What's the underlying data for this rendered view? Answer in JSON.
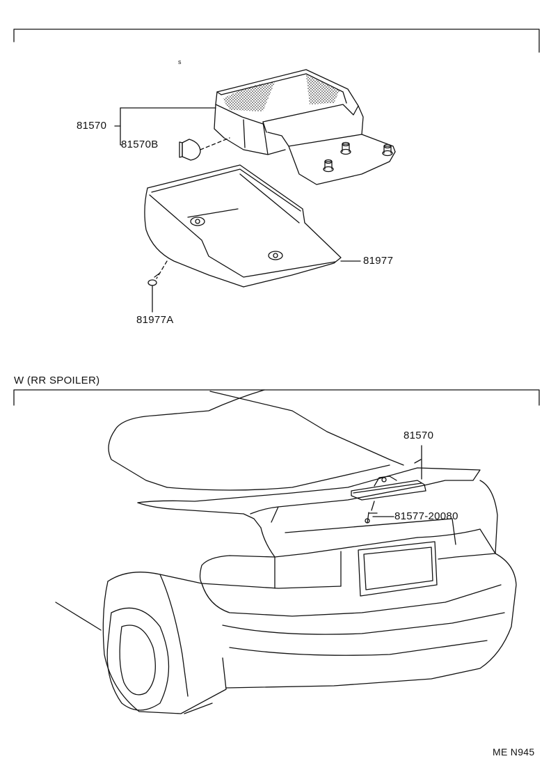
{
  "section_top": {
    "parts": {
      "p81570": "81570",
      "p81570B": "81570B",
      "p81977": "81977",
      "p81977A": "81977A"
    },
    "stray_mark": "s"
  },
  "section_bottom": {
    "title": "W (RR SPOILER)",
    "parts": {
      "p81570": "81570",
      "p81577": "81577-20080"
    }
  },
  "diagram_code": "ME N945",
  "colors": {
    "ink": "#111111",
    "paper": "#ffffff"
  }
}
